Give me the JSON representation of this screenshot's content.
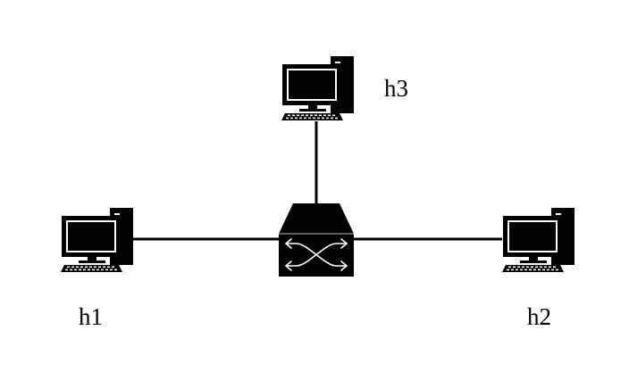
{
  "diagram": {
    "hosts": {
      "h1": {
        "label": "h1",
        "icon": "desktop-computer-icon"
      },
      "h2": {
        "label": "h2",
        "icon": "desktop-computer-icon"
      },
      "h3": {
        "label": "h3",
        "icon": "desktop-computer-icon"
      }
    },
    "switch": {
      "icon": "network-switch-icon"
    },
    "links": [
      {
        "from": "h1",
        "to": "switch"
      },
      {
        "from": "switch",
        "to": "h2"
      },
      {
        "from": "h3",
        "to": "switch"
      }
    ],
    "colors": {
      "ink": "#000000",
      "background": "#ffffff",
      "switch_arrows": "#ffffff"
    }
  }
}
